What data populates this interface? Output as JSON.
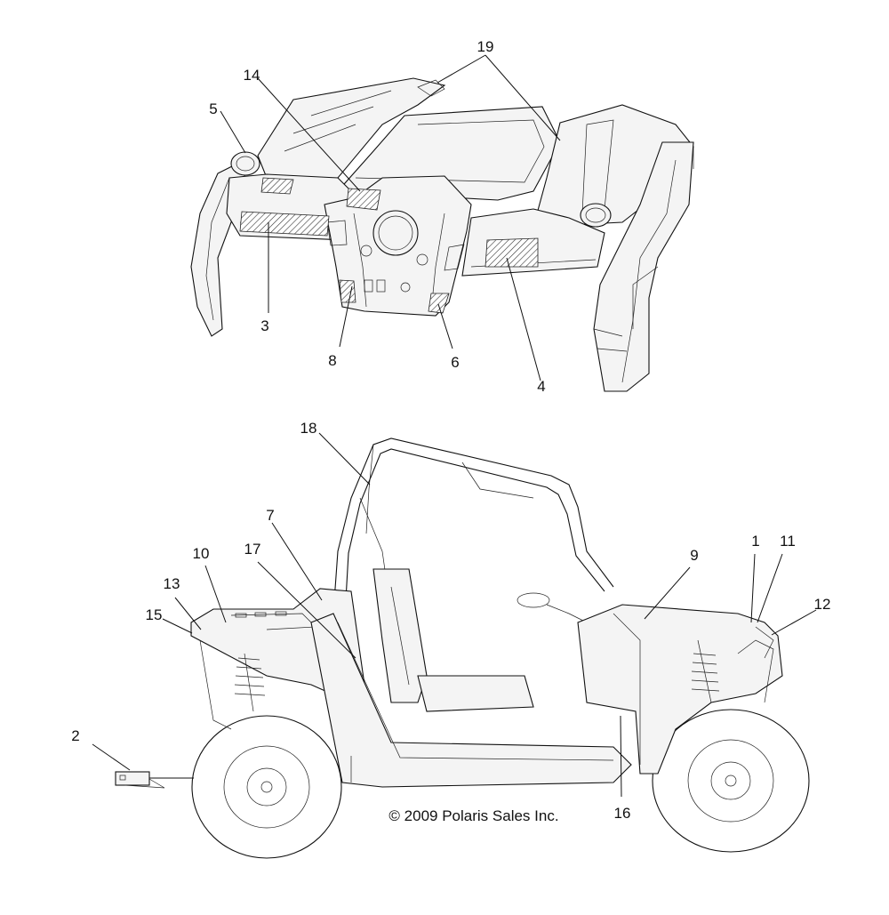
{
  "copyright": "© 2009 Polaris Sales Inc.",
  "callouts": [
    {
      "id": "c1",
      "label": "1"
    },
    {
      "id": "c2",
      "label": "2"
    },
    {
      "id": "c3",
      "label": "3"
    },
    {
      "id": "c4",
      "label": "4"
    },
    {
      "id": "c5",
      "label": "5"
    },
    {
      "id": "c6",
      "label": "6"
    },
    {
      "id": "c7",
      "label": "7"
    },
    {
      "id": "c8",
      "label": "8"
    },
    {
      "id": "c9",
      "label": "9"
    },
    {
      "id": "c10",
      "label": "10"
    },
    {
      "id": "c11",
      "label": "11"
    },
    {
      "id": "c12",
      "label": "12"
    },
    {
      "id": "c13",
      "label": "13"
    },
    {
      "id": "c14",
      "label": "14"
    },
    {
      "id": "c15",
      "label": "15"
    },
    {
      "id": "c16",
      "label": "16"
    },
    {
      "id": "c17",
      "label": "17"
    },
    {
      "id": "c18",
      "label": "18"
    },
    {
      "id": "c19",
      "label": "19"
    }
  ]
}
